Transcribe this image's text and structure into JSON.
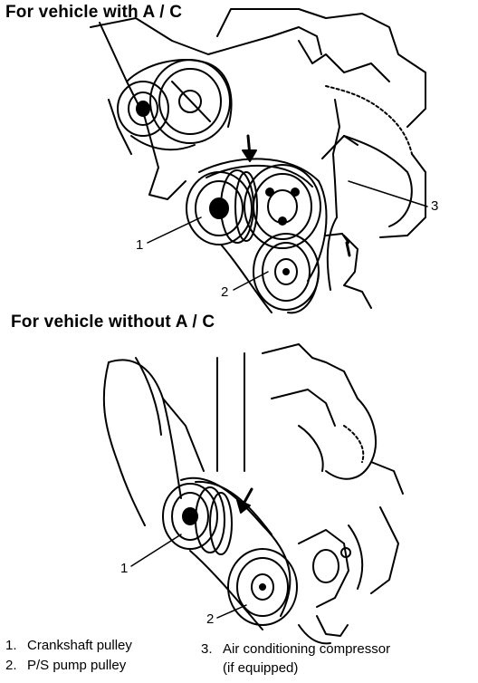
{
  "headings": {
    "with_ac": "For vehicle with A / C",
    "without_ac": "For vehicle without A / C"
  },
  "callouts": {
    "top": [
      "1",
      "2",
      "3"
    ],
    "bottom": [
      "1",
      "2"
    ]
  },
  "legend": [
    {
      "number": "1.",
      "text": "Crankshaft pulley"
    },
    {
      "number": "2.",
      "text": "P/S pump pulley"
    },
    {
      "number": "3.",
      "text": "Air conditioning compressor"
    },
    {
      "number": "",
      "text": "(if equipped)"
    }
  ]
}
